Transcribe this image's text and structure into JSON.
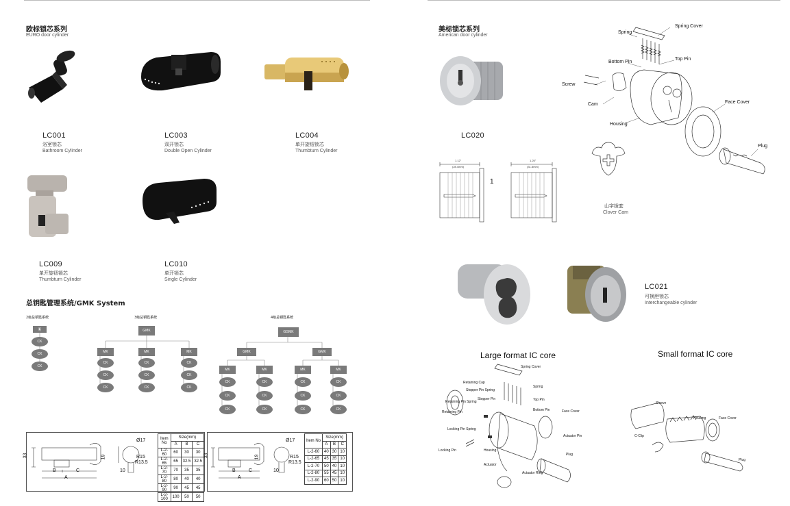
{
  "euro": {
    "title_zh": "欧标锁芯系列",
    "title_en": "EURO door cylinder",
    "products": [
      {
        "code": "LC001",
        "zh": "浴室锁芯",
        "en": "Bathroom Cylinder"
      },
      {
        "code": "LC003",
        "zh": "双开锁芯",
        "en": "Double Open Cylinder"
      },
      {
        "code": "LC004",
        "zh": "单开旋钮锁芯",
        "en": "Thumbturn Cylinder"
      },
      {
        "code": "LC009",
        "zh": "单开旋钮锁芯",
        "en": "Thumbturn Cylinder"
      },
      {
        "code": "LC010",
        "zh": "单开锁芯",
        "en": "Single Cylinder"
      }
    ]
  },
  "gmk": {
    "title": "总钥匙管理系统/GMK System",
    "tiers": [
      "2级总钥匙系统",
      "3级总钥匙系统",
      "4级总钥匙系统"
    ],
    "node_k": "K",
    "node_ck": "CK",
    "node_mk": "MK",
    "node_gmk": "GMK",
    "node_ggmk": "GGMK"
  },
  "spec_left": {
    "dims": {
      "h": "33",
      "h2": "19",
      "phi": "Ø17",
      "r1": "R15",
      "r2": "R13.5",
      "w": "10",
      "b": "B",
      "c": "C",
      "a": "A"
    },
    "header_item": "Item No",
    "header_size": "Size(mm)",
    "cols": [
      "A",
      "B",
      "C"
    ],
    "rows": [
      [
        "L-2-60",
        "60",
        "30",
        "30"
      ],
      [
        "L-2-65",
        "65",
        "32.5",
        "32.5"
      ],
      [
        "L-2-70",
        "70",
        "35",
        "35"
      ],
      [
        "L-2-80",
        "80",
        "40",
        "40"
      ],
      [
        "L-2-90",
        "90",
        "45",
        "45"
      ],
      [
        "L-2-100",
        "100",
        "50",
        "50"
      ]
    ]
  },
  "spec_right": {
    "dims": {
      "h": "33",
      "h2": "19",
      "phi": "Ø17",
      "r1": "R15",
      "r2": "R13.5",
      "w": "10",
      "b": "B",
      "c": "C",
      "a": "A"
    },
    "header_item": "Item No",
    "header_size": "Size(mm)",
    "cols": [
      "A",
      "B",
      "C"
    ],
    "rows": [
      [
        "L-2-60",
        "40",
        "30",
        "10"
      ],
      [
        "L-2-65",
        "45",
        "35",
        "10"
      ],
      [
        "L-2-70",
        "50",
        "40",
        "10"
      ],
      [
        "L-2-80",
        "55",
        "45",
        "10"
      ],
      [
        "L-2-90",
        "60",
        "50",
        "10"
      ]
    ]
  },
  "american": {
    "title_zh": "美标锁芯系列",
    "title_en": "American door cylinder",
    "lc020": "LC020",
    "dim_1": "1",
    "dim_a_top": "1.12\"",
    "dim_a_mm": "(28.4mm)",
    "dim_b_top": "1.25\"",
    "dim_b_mm": "(31.8mm)",
    "exploded_labels": {
      "spring": "Spring",
      "spring_cover": "Spring Cover",
      "bottom_pin": "Bottom Pin",
      "top_pin": "Top Pin",
      "screw": "Screw",
      "cam": "Cam",
      "face_cover": "Face Cover",
      "housing": "Housing",
      "plug": "Plug"
    },
    "clover_zh": "山字拨套",
    "clover_en": "Clover Cam",
    "lc021": {
      "code": "LC021",
      "zh": "可换胆锁芯",
      "en": "Interchangeable cylinder"
    },
    "large_title": "Large format IC core",
    "small_title": "Small format IC core",
    "large_labels": {
      "spring_cover": "Spring Cover",
      "retaining_cap": "Retaining Cap",
      "stopper_pin_spring": "Stopper Pin Spring",
      "spring": "Spring",
      "stopper_pin": "Stopper Pin",
      "top_pin": "Top Pin",
      "retaining_pin_spring": "Retaining Pin Spring",
      "bottom_pin": "Bottom Pin",
      "retaining_pin": "Retaining Pin",
      "face_cover": "Face Cover",
      "locking_pin_spring": "Locking Pin Spring",
      "actuator_pin": "Actuator Pin",
      "housing": "Housing",
      "locking_pin": "Locking Pin",
      "plug": "Plug",
      "actuator": "Actuator",
      "actuator_ring": "Actuator Ring"
    },
    "small_labels": {
      "sleeve": "Sleeve",
      "housing": "Housing",
      "face_cover": "Face Cover",
      "c_clip": "C-Clip",
      "plug": "Plug"
    }
  }
}
